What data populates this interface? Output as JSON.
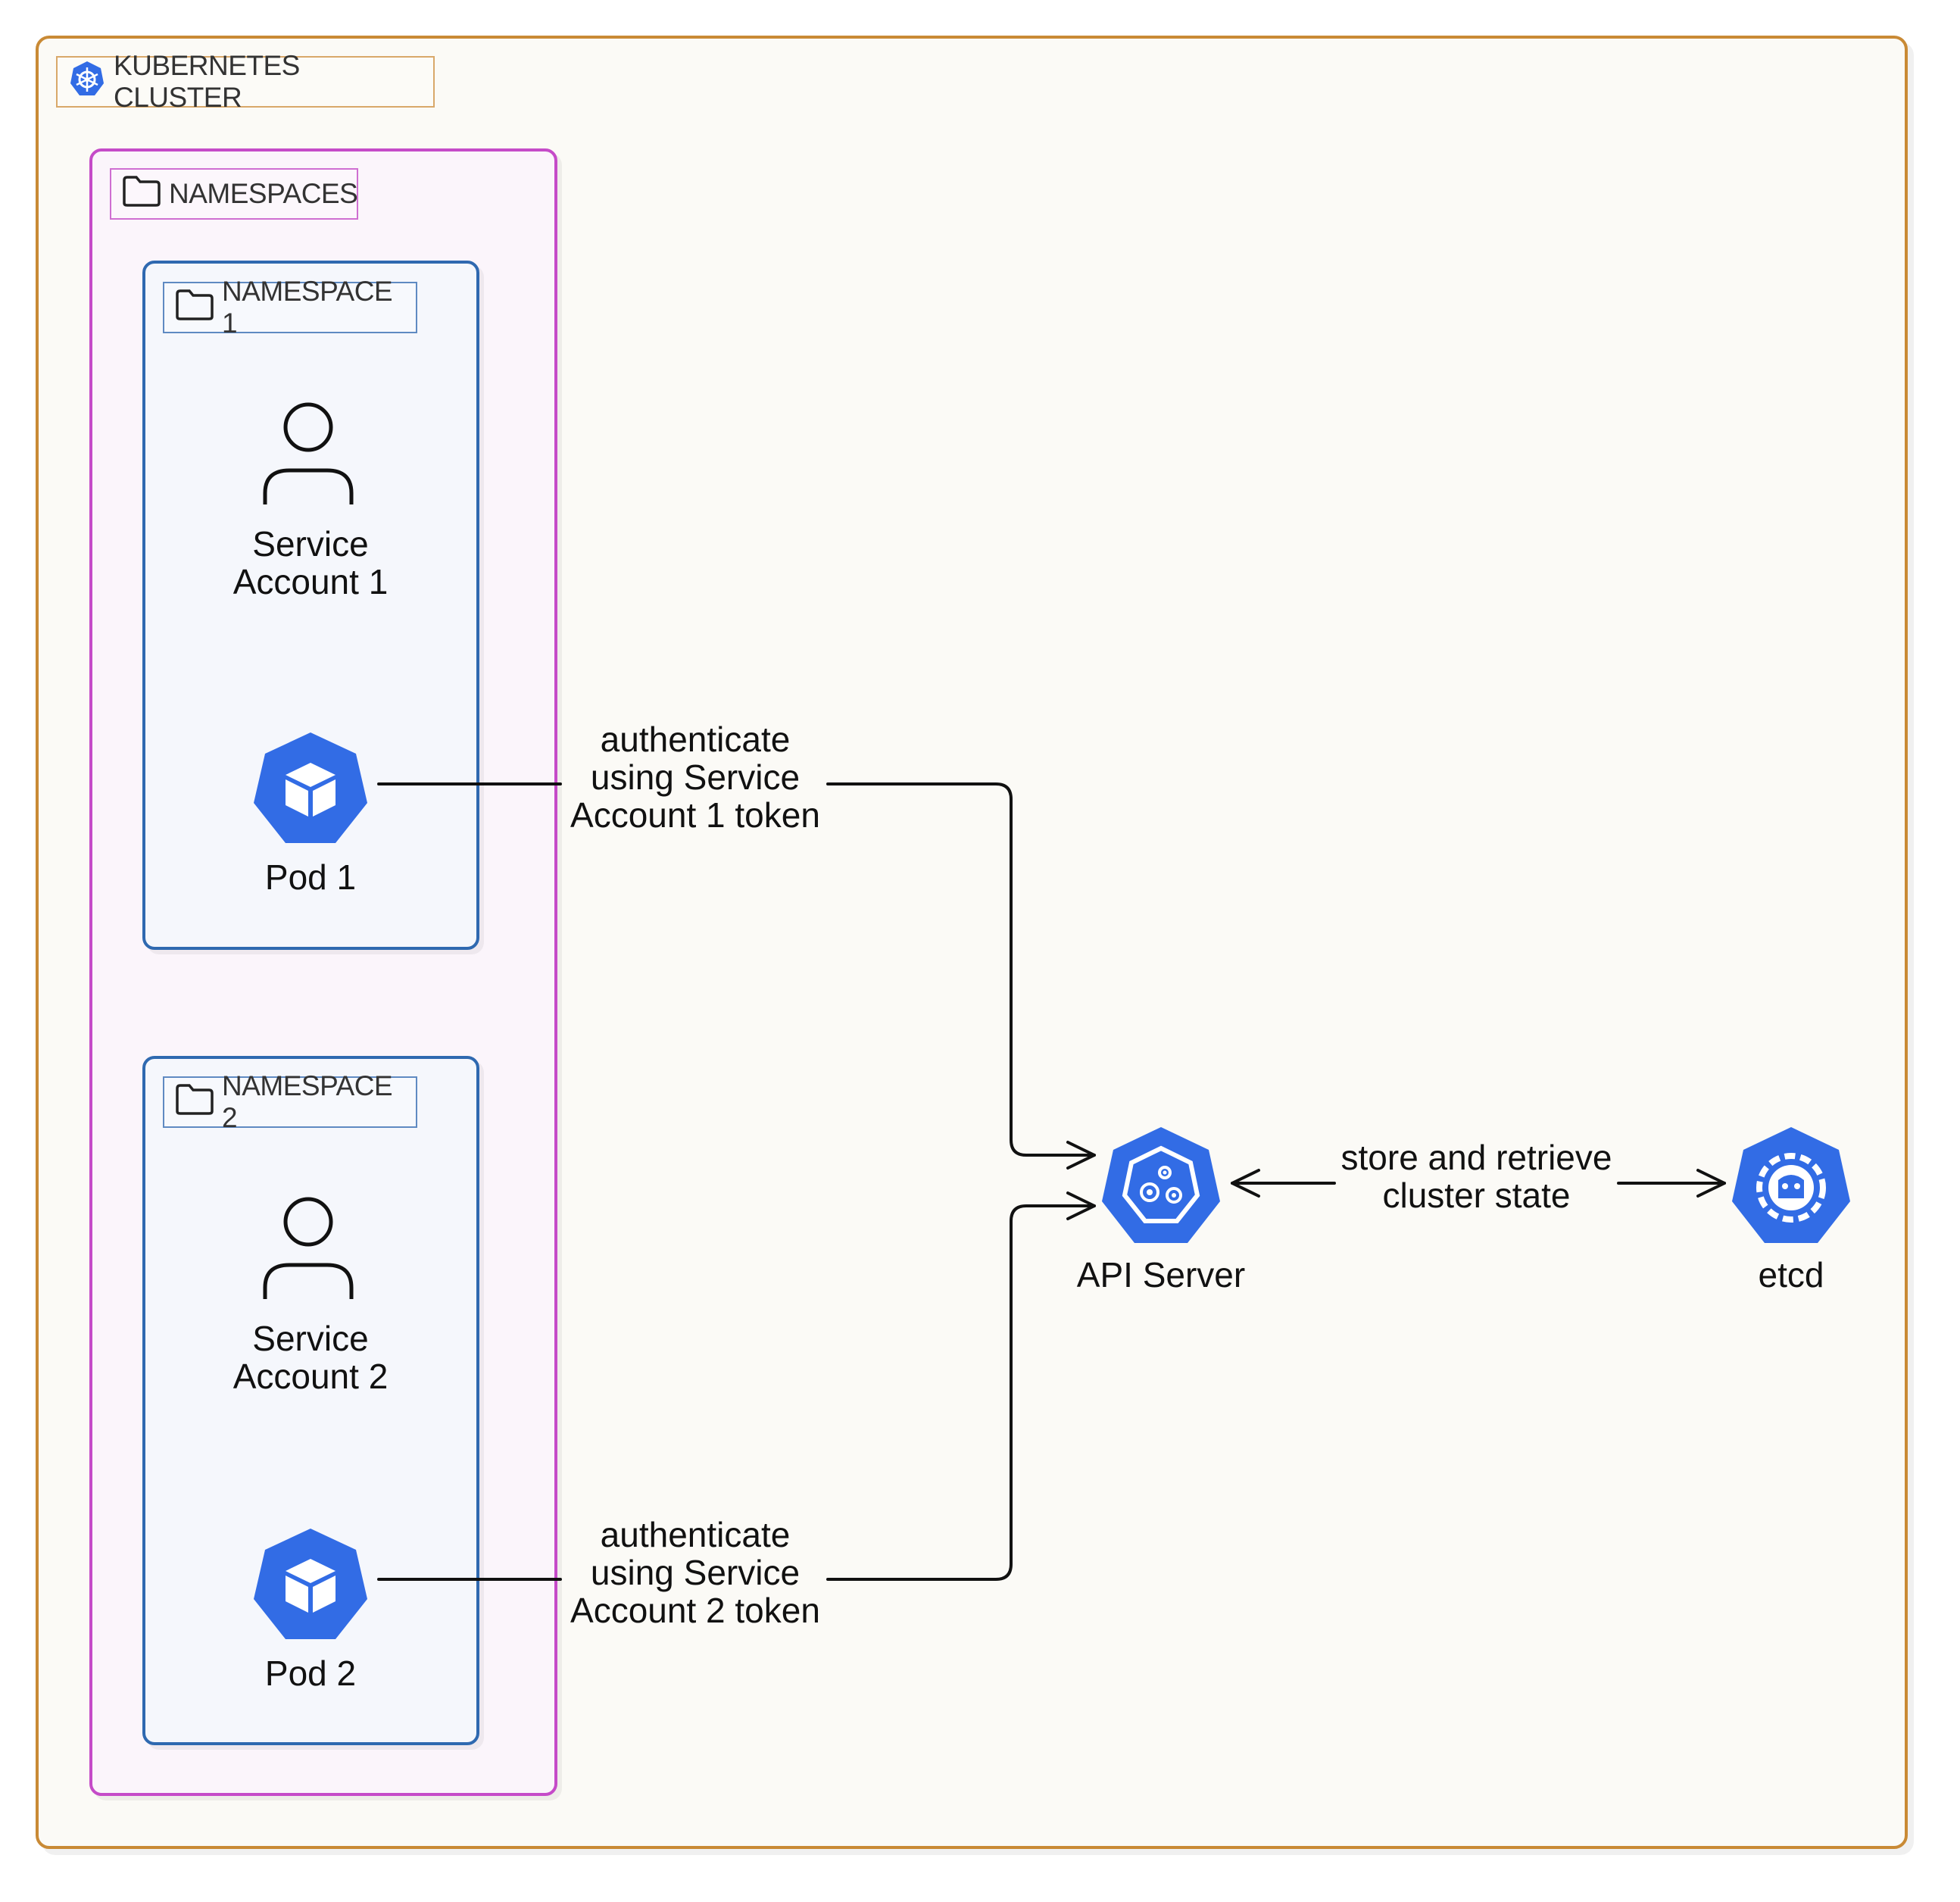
{
  "cluster": {
    "title": "KUBERNETES CLUSTER",
    "icon": "kubernetes-helm-icon"
  },
  "namespaces_group": {
    "title": "NAMESPACES",
    "icon": "folder-icon"
  },
  "namespace1": {
    "title": "NAMESPACE 1",
    "service_account": "Service\nAccount 1",
    "pod": "Pod 1"
  },
  "namespace2": {
    "title": "NAMESPACE 2",
    "service_account": "Service\nAccount 2",
    "pod": "Pod 2"
  },
  "api_server": {
    "label": "API Server",
    "icon": "api-server-icon"
  },
  "etcd": {
    "label": "etcd",
    "icon": "etcd-icon"
  },
  "edges": {
    "pod1_to_api": "authenticate\nusing Service\nAccount 1 token",
    "pod2_to_api": "authenticate\nusing Service\nAccount 2 token",
    "api_etcd": "store and retrieve\ncluster state"
  },
  "colors": {
    "cluster_border": "#c98a35",
    "namespaces_border": "#c54bc8",
    "namespace_border": "#2f69b0",
    "k8s_blue": "#326ce5"
  }
}
